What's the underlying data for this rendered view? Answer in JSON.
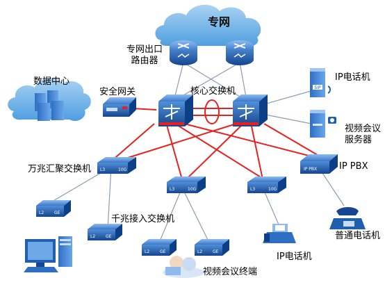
{
  "colors": {
    "cloud": "#6fb3e6",
    "device_blue": "#1f5fae",
    "device_dark": "#0c3f85",
    "red_link": "#e8201e",
    "grey_link": "#8a9db5"
  },
  "labels": {
    "private_net": "专网",
    "egress_router_1": "专网出口",
    "egress_router_2": "路由器",
    "data_center": "数据中心",
    "security_gw": "安全网关",
    "core_switch": "核心交换机",
    "ip_phone_top": "IP电话机",
    "video_server_1": "视频会议",
    "video_server_2": "服务器",
    "agg_switch": "万兆汇聚交换机",
    "ip_pbx": "IP PBX",
    "access_switch": "千兆接入交换机",
    "ordinary_phone": "普通电话机",
    "ip_phone_bottom": "IP电话机",
    "video_terminal": "视频会议终端"
  },
  "device_tags": {
    "l3": "L3",
    "l2": "L2",
    "ten_g": "10G",
    "ge": "GE",
    "sip": "SIP",
    "ip_pbx": "IP PBX"
  }
}
